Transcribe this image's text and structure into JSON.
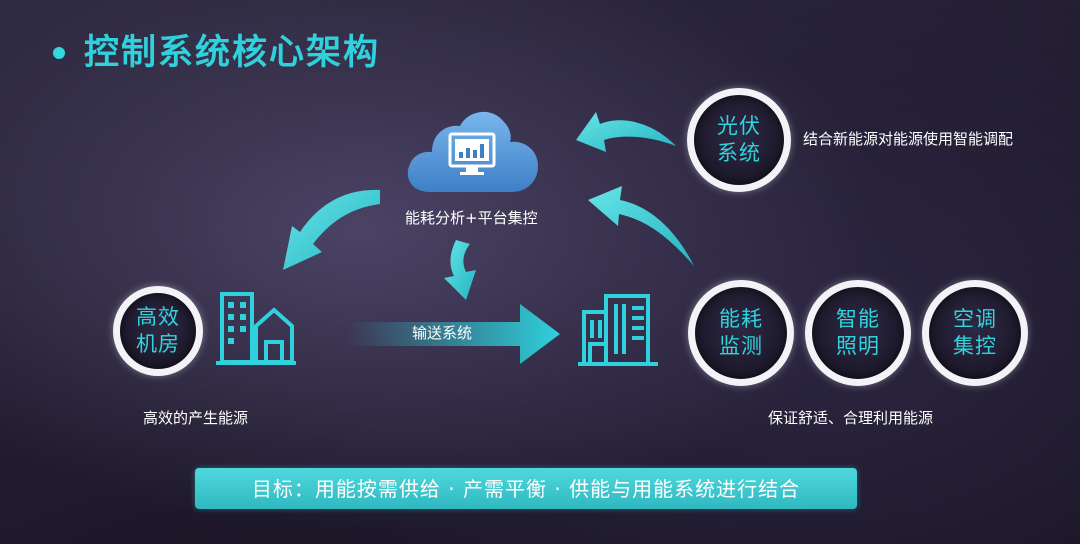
{
  "title": "控制系统核心架构",
  "cloud": {
    "label": "能耗分析+平台集控",
    "icon": "cloud-monitor-chart-icon"
  },
  "source": {
    "ring": "高效机房",
    "caption": "高效的产生能源",
    "icon": "building-icon"
  },
  "solar": {
    "ring": "光伏系统",
    "caption": "结合新能源对能源使用智能调配"
  },
  "transport": {
    "label": "输送系统"
  },
  "consumer": {
    "icon": "office-building-icon"
  },
  "systems": [
    {
      "label": "能耗监测"
    },
    {
      "label": "智能照明"
    },
    {
      "label": "空调集控"
    }
  ],
  "systems_caption": "保证舒适、合理利用能源",
  "goal": "目标：用能按需供给 · 产需平衡 · 供能与用能系统进行结合",
  "colors": {
    "accent": "#2fd1dc",
    "ring_border": "#f2f3f6",
    "cloud": "#5a9bd8"
  }
}
